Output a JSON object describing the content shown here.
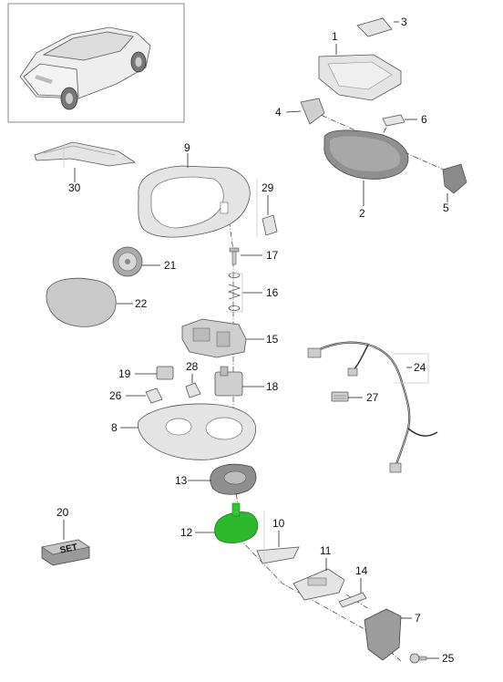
{
  "callouts": {
    "c1": "1",
    "c2": "2",
    "c3": "3",
    "c4": "4",
    "c5": "5",
    "c6": "6",
    "c7": "7",
    "c8": "8",
    "c9": "9",
    "c10": "10",
    "c11": "11",
    "c12": "12",
    "c13": "13",
    "c14": "14",
    "c15": "15",
    "c16": "16",
    "c17": "17",
    "c18": "18",
    "c19": "19",
    "c20": "20",
    "c21": "21",
    "c22": "22",
    "c24": "24",
    "c25": "25",
    "c26": "26",
    "c27": "27",
    "c28": "28",
    "c29": "29",
    "c30": "30"
  },
  "set_box_text": "SET",
  "colors": {
    "highlight": "#2db82d",
    "part_fill": "#e4e4e4",
    "outline": "#555555"
  }
}
